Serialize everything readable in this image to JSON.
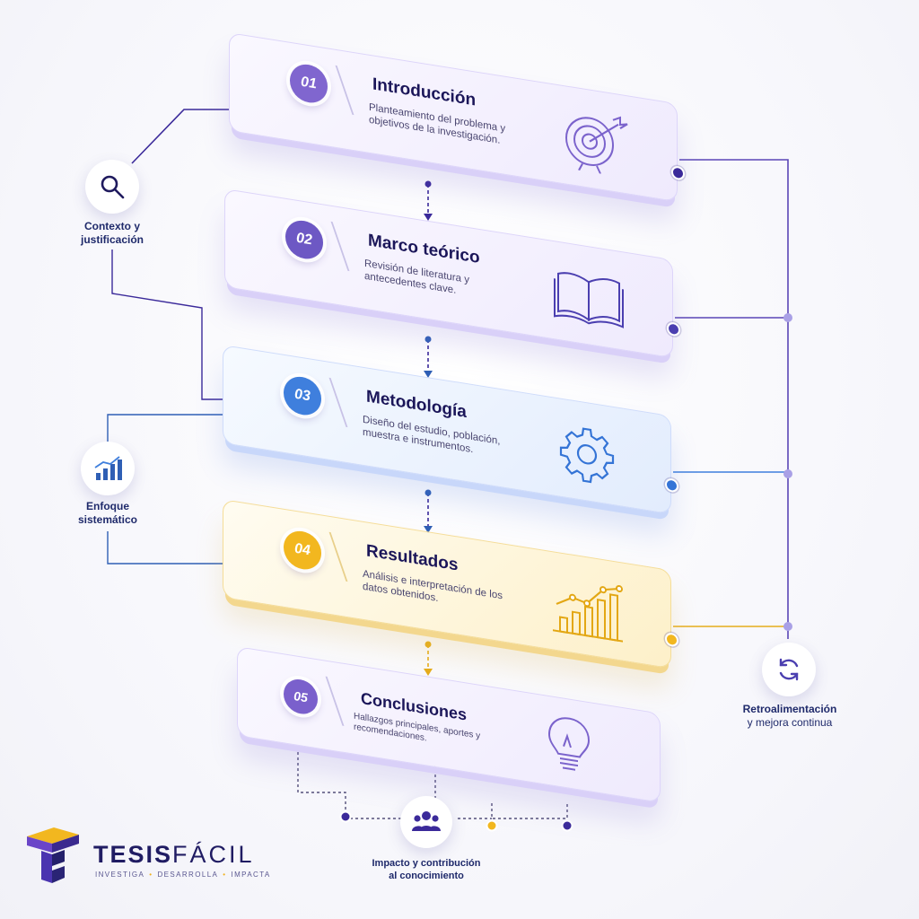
{
  "steps": [
    {
      "number": "01",
      "title": "Introducción",
      "description": "Planteamiento del problema y objetivos de la investigación.",
      "icon": "target-icon",
      "accent": "#7b5cc9"
    },
    {
      "number": "02",
      "title": "Marco teórico",
      "description": "Revisión de literatura y antecedentes clave.",
      "icon": "open-book-icon",
      "accent": "#6d58c4"
    },
    {
      "number": "03",
      "title": "Metodología",
      "description": "Diseño del estudio, población, muestra e instrumentos.",
      "icon": "gear-icon",
      "accent": "#3f7fdd"
    },
    {
      "number": "04",
      "title": "Resultados",
      "description": "Análisis e interpretación de los datos obtenidos.",
      "icon": "growth-chart-icon",
      "accent": "#f2b71f"
    },
    {
      "number": "05",
      "title": "Conclusiones",
      "description": "Hallazgos principales, aportes y recomendaciones.",
      "icon": "lightbulb-icon",
      "accent": "#7a60cc"
    }
  ],
  "side_notes": {
    "context": {
      "line1": "Contexto y",
      "line2": "justificación",
      "icon": "search-icon"
    },
    "approach": {
      "line1": "Enfoque",
      "line2": "sistemático",
      "icon": "bar-chart-icon"
    },
    "feedback": {
      "line1": "Retroalimentación",
      "line2": "y mejora continua",
      "icon": "refresh-icon"
    },
    "impact": {
      "line1": "Impacto y contribución",
      "line2": "al conocimiento",
      "icon": "people-group-icon"
    }
  },
  "brand": {
    "name_bold": "TESIS",
    "name_light": "FÁCIL",
    "tagline_1": "INVESTIGA",
    "tagline_2": "DESARROLLA",
    "tagline_3": "IMPACTA"
  },
  "colors": {
    "navy": "#1b1659",
    "purple": "#6a52c4",
    "blue": "#3f7fdd",
    "yellow": "#f2b71f",
    "line": "#5a46b6"
  }
}
